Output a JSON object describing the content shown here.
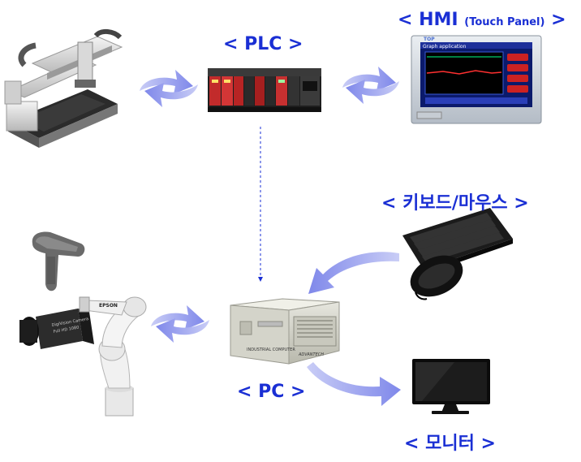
{
  "labels": {
    "plc": "< PLC >",
    "hmi_main": "< HMI",
    "hmi_sub": "(Touch Panel)",
    "hmi_close": ">",
    "keyboard_mouse": "< 키보드/마우스 >",
    "pc": "< PC >",
    "monitor": "< 모니터 >"
  },
  "hmi_screen": {
    "title": "Graph application",
    "brand": "TOP"
  },
  "pc_case": {
    "model_text": "INDUSTRIAL COMPUTER",
    "brand_text": "ADVANTECH"
  },
  "camera": {
    "brand_text": "DigiVision Camera",
    "model_text": "Full HD 1080"
  },
  "robot": {
    "brand_text": "EPSON"
  },
  "colors": {
    "label": "#1a2fd4",
    "arrow": "#8a93ec"
  },
  "icons": [
    "gantry-conveyor-icon",
    "plc-module-icon",
    "hmi-touch-panel-icon",
    "keyboard-icon",
    "mouse-icon",
    "barcode-scanner-icon",
    "industrial-camera-icon",
    "robot-arm-icon",
    "industrial-pc-icon",
    "monitor-icon"
  ]
}
